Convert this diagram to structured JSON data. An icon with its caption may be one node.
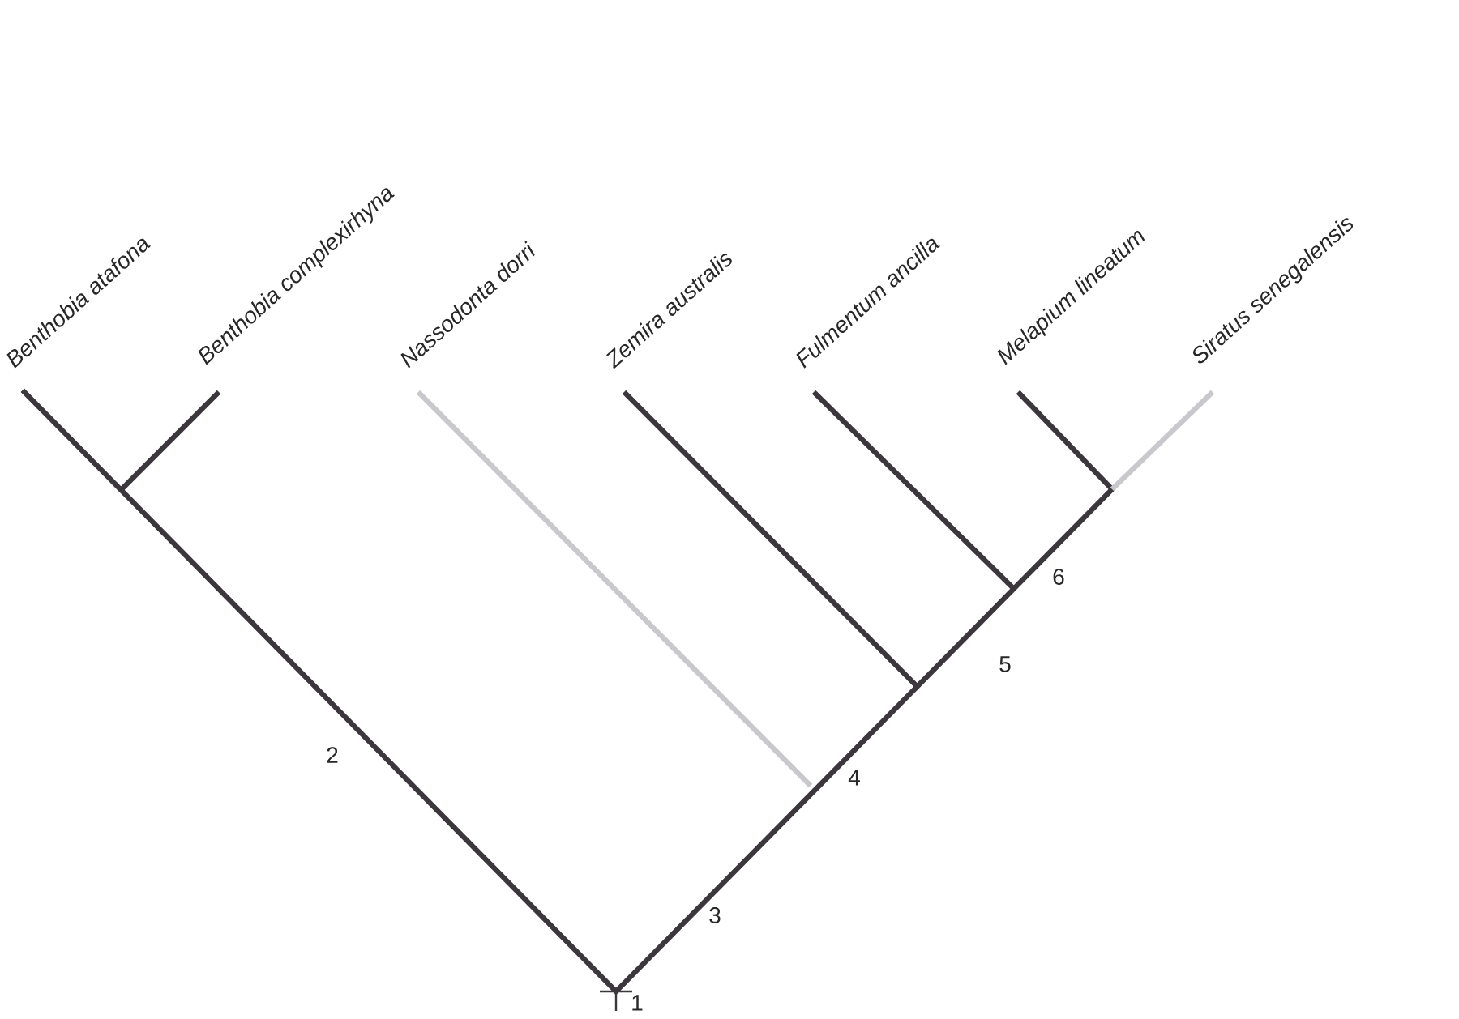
{
  "diagram": {
    "labels": [
      "Benthobia atafona",
      "Benthobia complexirhyna",
      "Nassodonta dorri",
      "Zemira australis",
      "Fulmentum ancilla",
      "Melapium lineatum",
      "Siratus senegalensis",
      "6",
      "5",
      "2",
      "4",
      "3",
      "1"
    ]
  }
}
